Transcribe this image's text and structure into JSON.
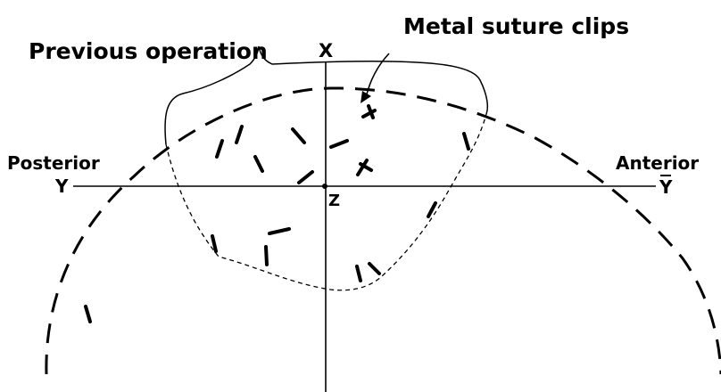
{
  "labels": {
    "metal_suture_clips": "Metal suture clips",
    "previous_operation": "Previous operation",
    "posterior": "Posterior",
    "anterior": "Anterior",
    "axis_x": "X",
    "axis_y_left": "Y",
    "axis_y_right": "Y",
    "axis_z": "Z"
  },
  "colors": {
    "ink": "#000000",
    "background": "#ffffff"
  }
}
